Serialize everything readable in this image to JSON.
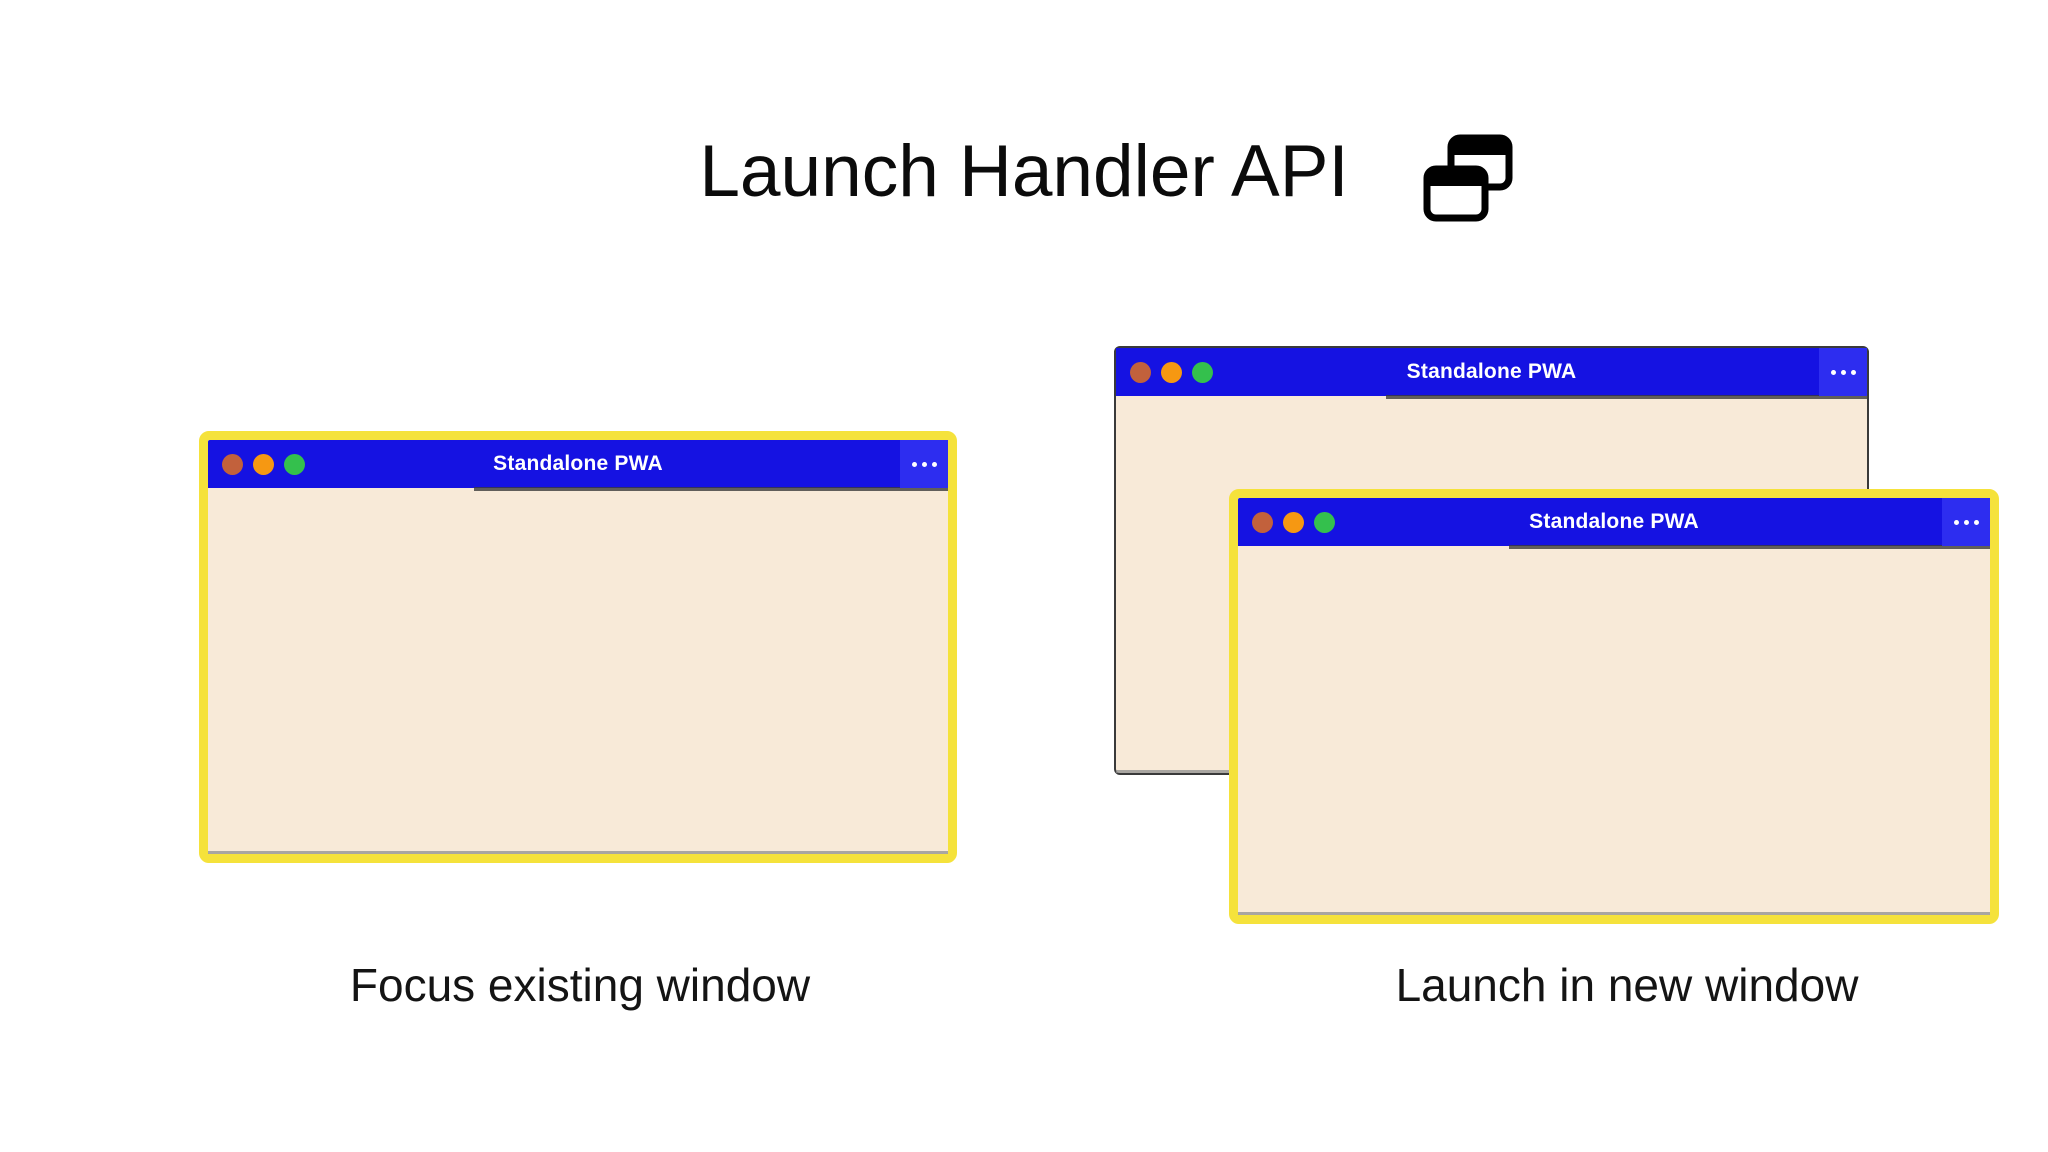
{
  "header": {
    "title": "Launch Handler API",
    "icon": "overlapping-windows-icon"
  },
  "scenarios": [
    {
      "caption": "Focus existing window",
      "windows": [
        {
          "title": "Standalone PWA",
          "highlighted": true,
          "menu_icon": "ellipsis-icon"
        }
      ]
    },
    {
      "caption": "Launch in new window",
      "windows": [
        {
          "title": "Standalone PWA",
          "highlighted": false,
          "menu_icon": "ellipsis-icon"
        },
        {
          "title": "Standalone PWA",
          "highlighted": true,
          "menu_icon": "ellipsis-icon"
        }
      ]
    }
  ],
  "window_chrome": {
    "traffic_lights": [
      "red-dot",
      "orange-dot",
      "green-dot"
    ]
  },
  "colors": {
    "titlebar": "#1512e2",
    "titlebar_menu_box": "#2d2df0",
    "window_body": "#f8ead8",
    "highlight_ring": "#f5e23b",
    "traffic_red": "#c2613c",
    "traffic_orange": "#f69812",
    "traffic_green": "#34c04d",
    "back_window_border": "#3a3a3a",
    "title_text": "#0b0b0b"
  }
}
